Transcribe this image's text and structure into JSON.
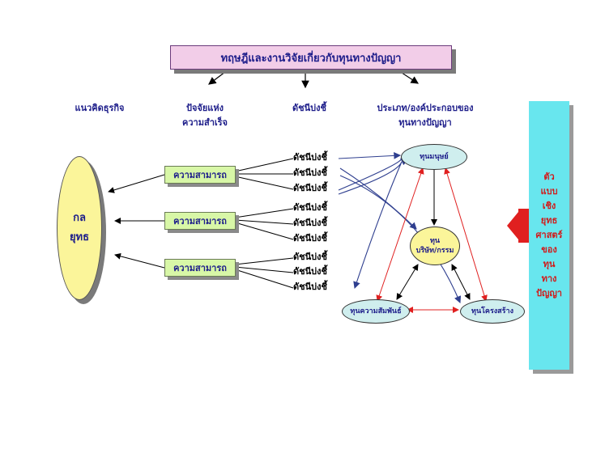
{
  "title": "ทฤษฎีและงานวิจัยเกี่ยวกับทุนทางปัญญา",
  "headers": {
    "business_approach": "แนวคิดธุรกิจ",
    "success_factor_1": "ปัจจัยแห่ง",
    "success_factor_2": "ความสำเร็จ",
    "indicators": "ดัชนีบ่งชี้",
    "types_1": "ประเภท/องค์ประกอบของ",
    "types_2": "ทุนทางปัญญา"
  },
  "strategy": {
    "line1": "กล",
    "line2": "ยุทธ"
  },
  "capability_boxes": [
    "ความสามารถ",
    "ความสามารถ",
    "ความสามารถ"
  ],
  "indicators": [
    "ดัชนีบ่งชี้",
    "ดัชนีบ่งชี้",
    "ดัชนีบ่งชี้",
    "ดัชนีบ่งชี้",
    "ดัชนีบ่งชี้",
    "ดัชนีบ่งชี้",
    "ดัชนีบ่งชี้",
    "ดัชนีบ่งชี้",
    "ดัชนีบ่งชี้"
  ],
  "capital_nodes": {
    "human": "ทุนมนุษย์",
    "culture_1": "ทุน",
    "culture_2": "บริษัท/กรรม",
    "relationship": "ทุนความสัมพันธ์",
    "structure": "ทุนโครงสร้าง"
  },
  "model": [
    "ตัว",
    "แบบ",
    "เชิง",
    "ยุทธ",
    "ศาสตร์",
    "ของ",
    "ทุน",
    "ทาง",
    "ปัญญา"
  ],
  "colors": {
    "title_bg": "#f2cde8",
    "strategy_bg": "#fbf59a",
    "capability_bg": "#d8f7a7",
    "capital_bg": "#cfeeee",
    "culture_bg": "#fbf59a",
    "model_bg": "#68e6ee",
    "model_text": "#d11b1b",
    "arrow_red": "#e02020",
    "arrow_blue": "#2f3f8f"
  }
}
